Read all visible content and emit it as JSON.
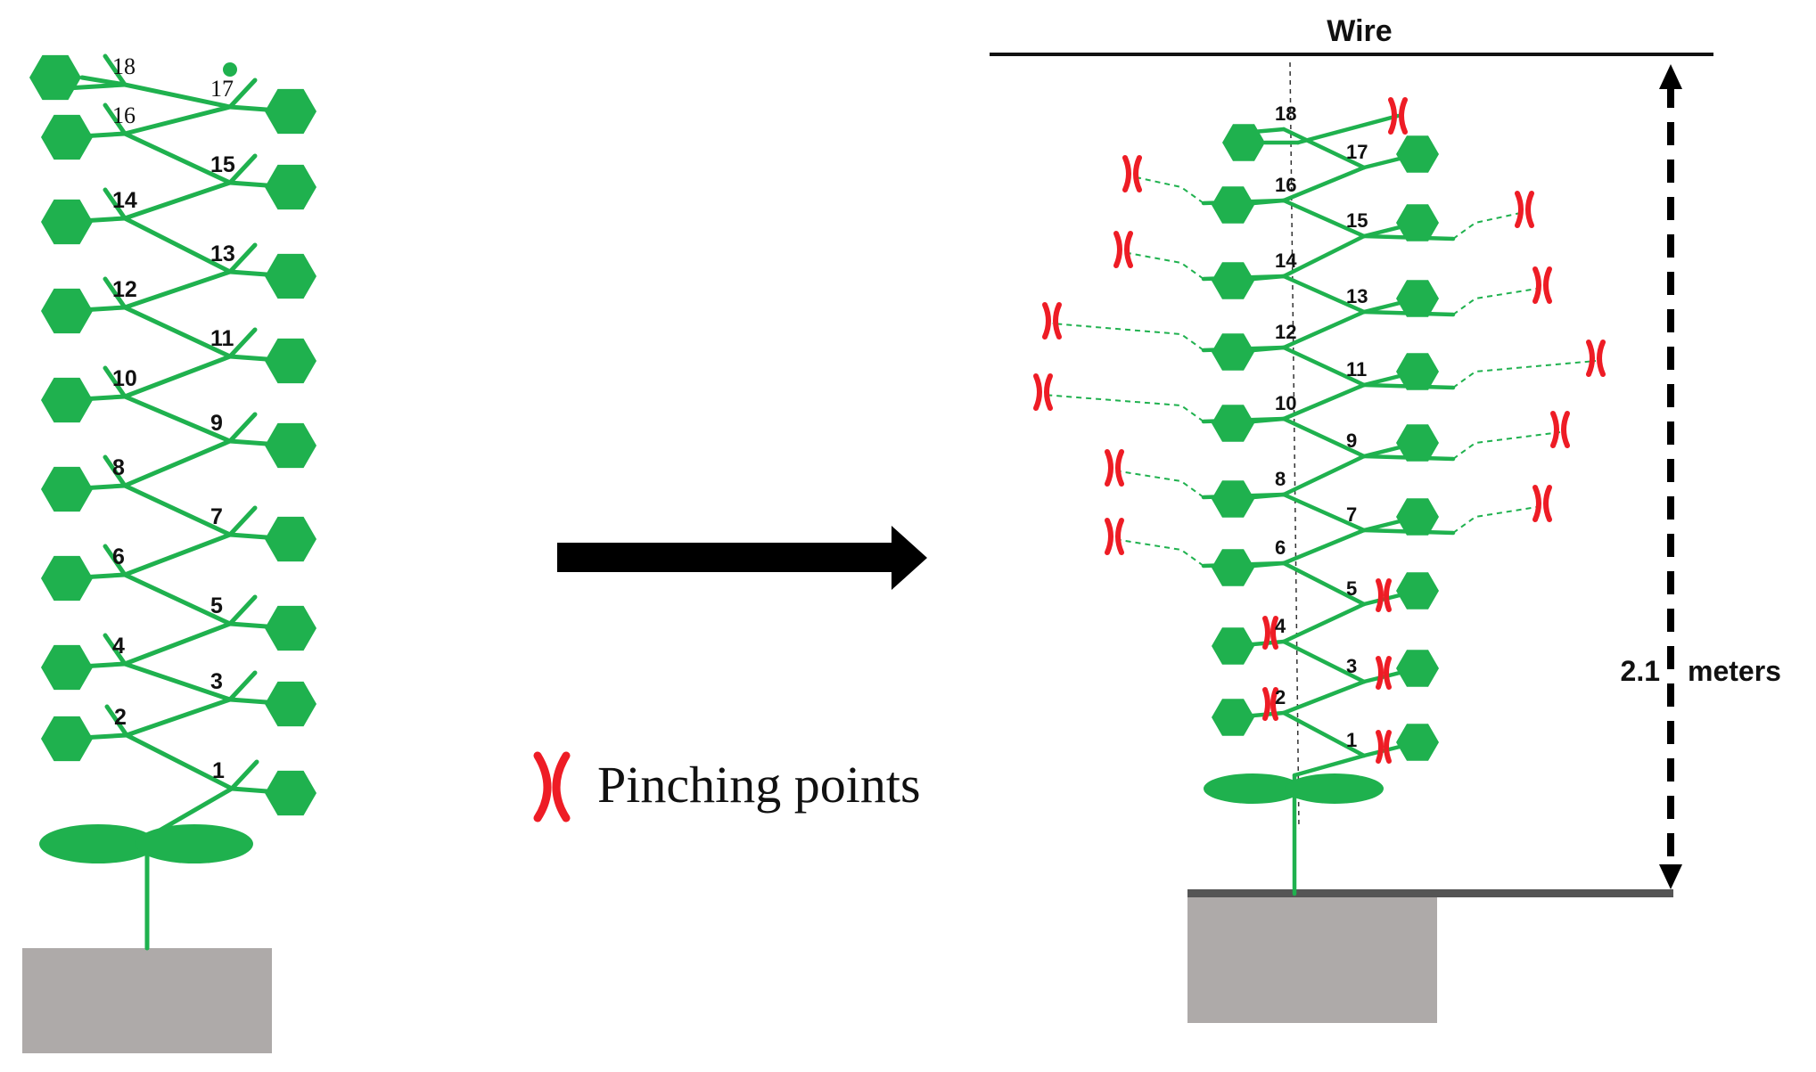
{
  "figure": {
    "left_plant": {
      "node_labels": [
        "1",
        "2",
        "3",
        "4",
        "5",
        "6",
        "7",
        "8",
        "9",
        "10",
        "11",
        "12",
        "13",
        "14",
        "15",
        "16",
        "17",
        "18"
      ]
    },
    "right_plant": {
      "node_labels": [
        "1",
        "2",
        "3",
        "4",
        "5",
        "6",
        "7",
        "8",
        "9",
        "10",
        "11",
        "12",
        "13",
        "14",
        "15",
        "16",
        "17",
        "18"
      ]
    },
    "wire_label": "Wire",
    "height_value": "2.1",
    "height_unit": "meters",
    "legend_label": "Pinching points",
    "colors": {
      "plant_green": "#1fb14e",
      "pinch_red": "#ee1c25",
      "pot_gray": "#aeaaa9",
      "ground_dark": "#555555",
      "arrow_black": "#000000"
    }
  }
}
